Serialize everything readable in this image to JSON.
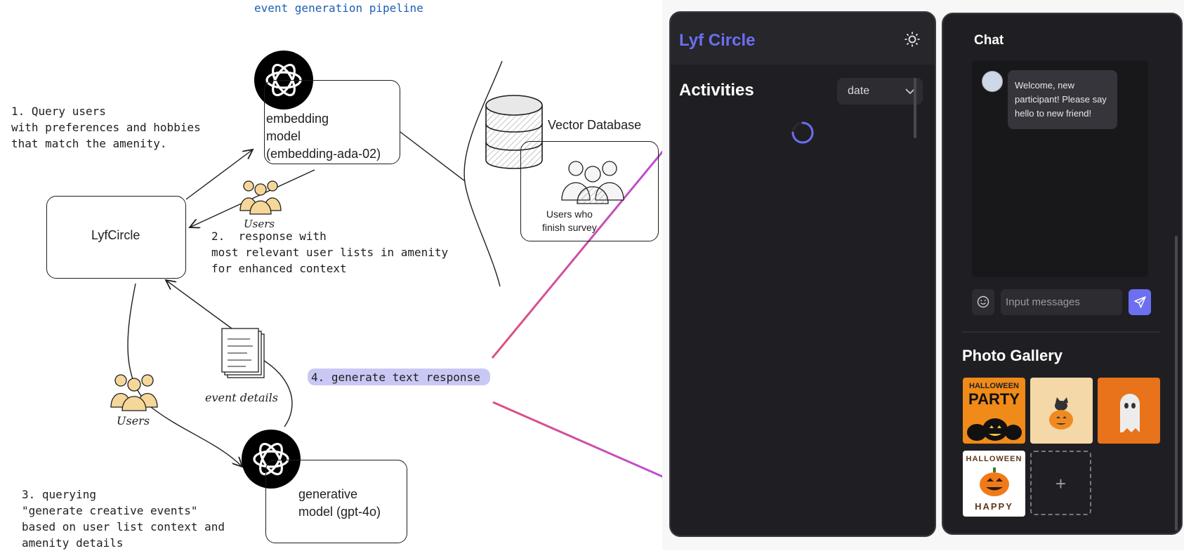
{
  "diagram": {
    "title": "event generation pipeline",
    "step1": "1. Query users\nwith preferences and hobbies\nthat match the amenity.",
    "step2": "2.  response with\nmost relevant user lists in amenity\nfor enhanced context",
    "step3": "3. querying\n\"generate creative events\"\nbased on user list context and\namenity details",
    "step4": "4. generate text response",
    "lyfcircle_box": "LyfCircle",
    "embedding_box": "embedding\nmodel\n(embedding-ada-02)",
    "generative_box": "generative\nmodel (gpt-4o)",
    "vector_db": "Vector Database",
    "users_db_label": "Users who\nfinish survey",
    "users_top": "Users",
    "users_left": "Users",
    "event_details": "event details",
    "colors": {
      "title": "#1a5fb4",
      "highlight": "#c9c8f5",
      "line_pink": "#e0507a",
      "line_purple": "#b74fd8"
    }
  },
  "activities_panel": {
    "app_title": "Lyf Circle",
    "section_title": "Activities",
    "sort_select": "date",
    "icons": [
      "sun-icon",
      "chevron-down-icon",
      "loading-spinner-icon"
    ],
    "accent": "#6b6ff0"
  },
  "chat_panel": {
    "title": "Chat",
    "message": "Welcome, new participant! Please say hello to new friend!",
    "input_placeholder": "Input messages",
    "icons": [
      "smile-icon",
      "send-icon"
    ],
    "gallery_title": "Photo Gallery",
    "photos": [
      {
        "caption_top": "HALLOWEEN",
        "caption_bottom": "PARTY",
        "bg": "#f08a18"
      },
      {
        "bg": "#f4d8a8"
      },
      {
        "bg": "#e8731a"
      },
      {
        "caption_top": "HALLOWEEN",
        "caption_bottom": "HAPPY",
        "bg": "#ffffff"
      }
    ],
    "add_label": "+"
  }
}
